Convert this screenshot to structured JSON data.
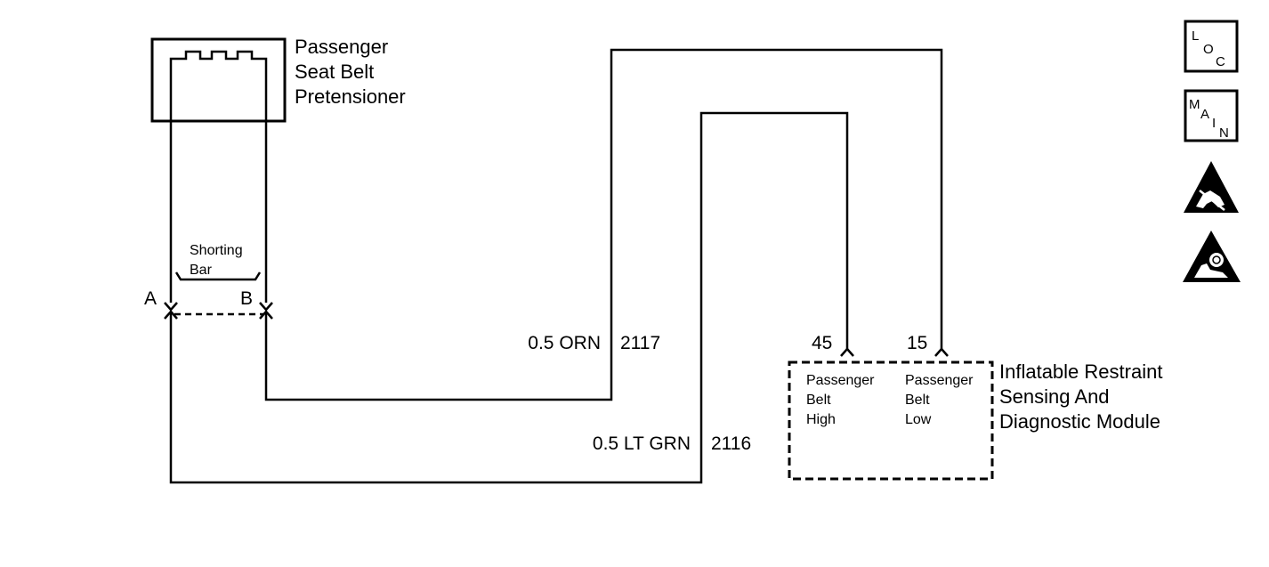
{
  "pretensioner": {
    "label_line1": "Passenger",
    "label_line2": "Seat Belt",
    "label_line3": "Pretensioner"
  },
  "shorting_bar": {
    "label_line1": "Shorting",
    "label_line2": "Bar"
  },
  "terminals": {
    "a": "A",
    "b": "B"
  },
  "wires": {
    "orn": {
      "gauge_color": "0.5 ORN",
      "circuit": "2117"
    },
    "grn": {
      "gauge_color": "0.5 LT GRN",
      "circuit": "2116"
    }
  },
  "module": {
    "pin_high": "45",
    "pin_low": "15",
    "high_line1": "Passenger",
    "high_line2": "Belt",
    "high_line3": "High",
    "low_line1": "Passenger",
    "low_line2": "Belt",
    "low_line3": "Low",
    "name_line1": "Inflatable Restraint",
    "name_line2": "Sensing And",
    "name_line3": "Diagnostic Module"
  },
  "side_icons": {
    "loc": {
      "l1": "L",
      "l2": "O",
      "l3": "C"
    },
    "main": {
      "l1": "M",
      "l2": "A",
      "l3": "I",
      "l4": "N"
    },
    "icon3": "esd-warning-icon",
    "icon4": "airbag-warning-icon"
  }
}
